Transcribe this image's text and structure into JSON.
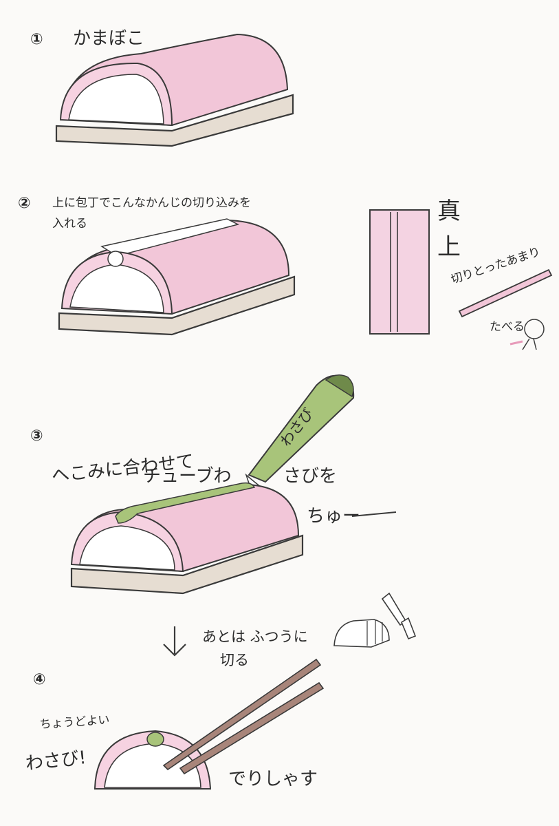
{
  "steps": [
    {
      "number": "①",
      "label": "かまぼこ"
    },
    {
      "number": "②",
      "label_line1": "上に包丁でこんなかんじの切り込みを",
      "label_line2": "入れる"
    },
    {
      "number": "③",
      "label_line1": "へこみに合わせて",
      "label_line2": "チューブわ",
      "label_line3": "さびを",
      "label_line4": "ちゅー"
    },
    {
      "number": "④"
    }
  ],
  "side_view": {
    "label_1": "真",
    "label_2": "上"
  },
  "leftover": {
    "label_1": "切りとったあまり",
    "label_2": "たべる"
  },
  "tube": {
    "label": "わさび"
  },
  "arrow_note": {
    "line1": "あとは ふつうに",
    "line2": "切る"
  },
  "final": {
    "label_1": "ちょうどよい",
    "label_2": "わさび!",
    "label_3": "でりしゃす"
  },
  "colors": {
    "kamaboko_pink": "#f2c6d8",
    "kamaboko_edge": "#e79ab9",
    "board": "#e6ddd2",
    "wasabi": "#a8c47a",
    "chopsticks": "#a8857a"
  }
}
